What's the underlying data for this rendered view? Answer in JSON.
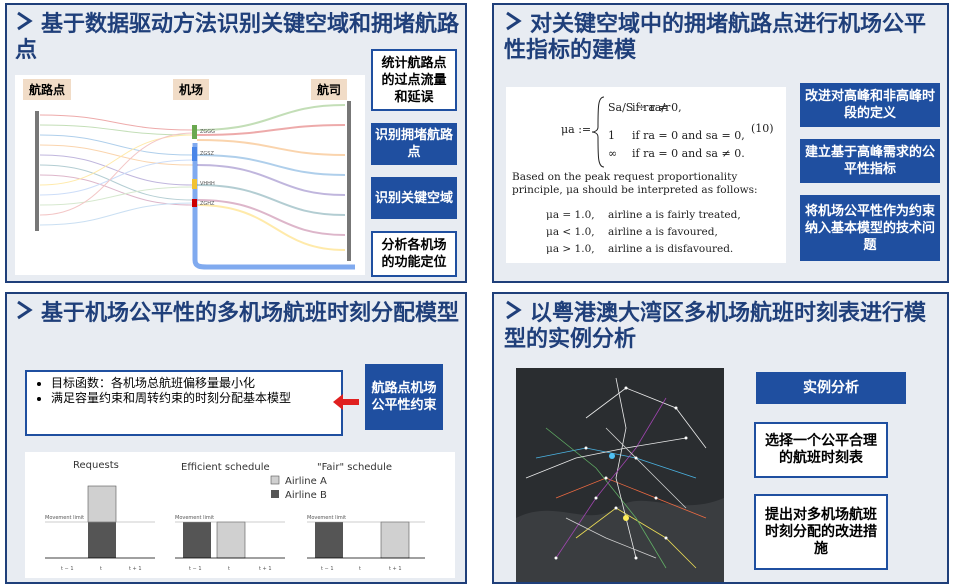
{
  "panel1": {
    "title": "基于数据驱动方法识别关键空域和拥堵航路点",
    "col_labels": [
      "航路点",
      "机场",
      "航司"
    ],
    "airport_codes": [
      "ZGGG",
      "ZGSZ",
      "VHHH",
      "ZGHZ"
    ],
    "boxes": [
      "统计航路点的过点流量和延误",
      "识别拥堵航路点",
      "识别关键空域",
      "分析各机场的功能定位"
    ]
  },
  "panel2": {
    "title": "对关键空域中的拥堵航路点进行机场公平性指标的建模",
    "formula": {
      "lhs": "μa :=",
      "cases": [
        {
          "expr": "Sa/S ÷ ra/r",
          "cond": "if ra ≠ 0,"
        },
        {
          "expr": "1",
          "cond": "if ra = 0 and sa = 0,"
        },
        {
          "expr": "∞",
          "cond": "if ra = 0 and sa ≠ 0."
        }
      ],
      "eq_num": "(10)",
      "text": "Based on the peak request proportionality principle, μa should be interpreted as follows:",
      "interp": [
        {
          "cond": "μa = 1.0,",
          "meaning": "airline a is fairly treated,"
        },
        {
          "cond": "μa < 1.0,",
          "meaning": "airline a is favoured,"
        },
        {
          "cond": "μa > 1.0,",
          "meaning": "airline a is disfavoured."
        }
      ]
    },
    "boxes": [
      "改进对高峰和非高峰时段的定义",
      "建立基于高峰需求的公平性指标",
      "将机场公平性作为约束纳入基本模型的技术问题"
    ]
  },
  "panel3": {
    "title": "基于机场公平性的多机场航班时刻分配模型",
    "bullets": [
      "目标函数：各机场总航班偏移量最小化",
      "满足容量约束和周转约束的时刻分配基本模型"
    ],
    "side_box": "航路点机场公平性约束",
    "chart": {
      "titles": [
        "Requests",
        "Efficient schedule",
        "\"Fair\" schedule"
      ],
      "legend": [
        "Airline A",
        "Airline B"
      ],
      "limit_label": "Movement limit",
      "ticks": [
        "t − 1",
        "t",
        "t + 1"
      ]
    }
  },
  "panel4": {
    "title": "以粤港澳大湾区多机场航班时刻表进行模型的实例分析",
    "header_box": "实例分析",
    "boxes": [
      "选择一个公平合理的航班时刻表",
      "提出对多机场航班时刻分配的改进措施"
    ]
  },
  "colors": {
    "title": "#1f3f7a",
    "accent": "#1f4fa0",
    "panel_bg": "#e8ecf2",
    "red_arrow": "#e02020"
  }
}
